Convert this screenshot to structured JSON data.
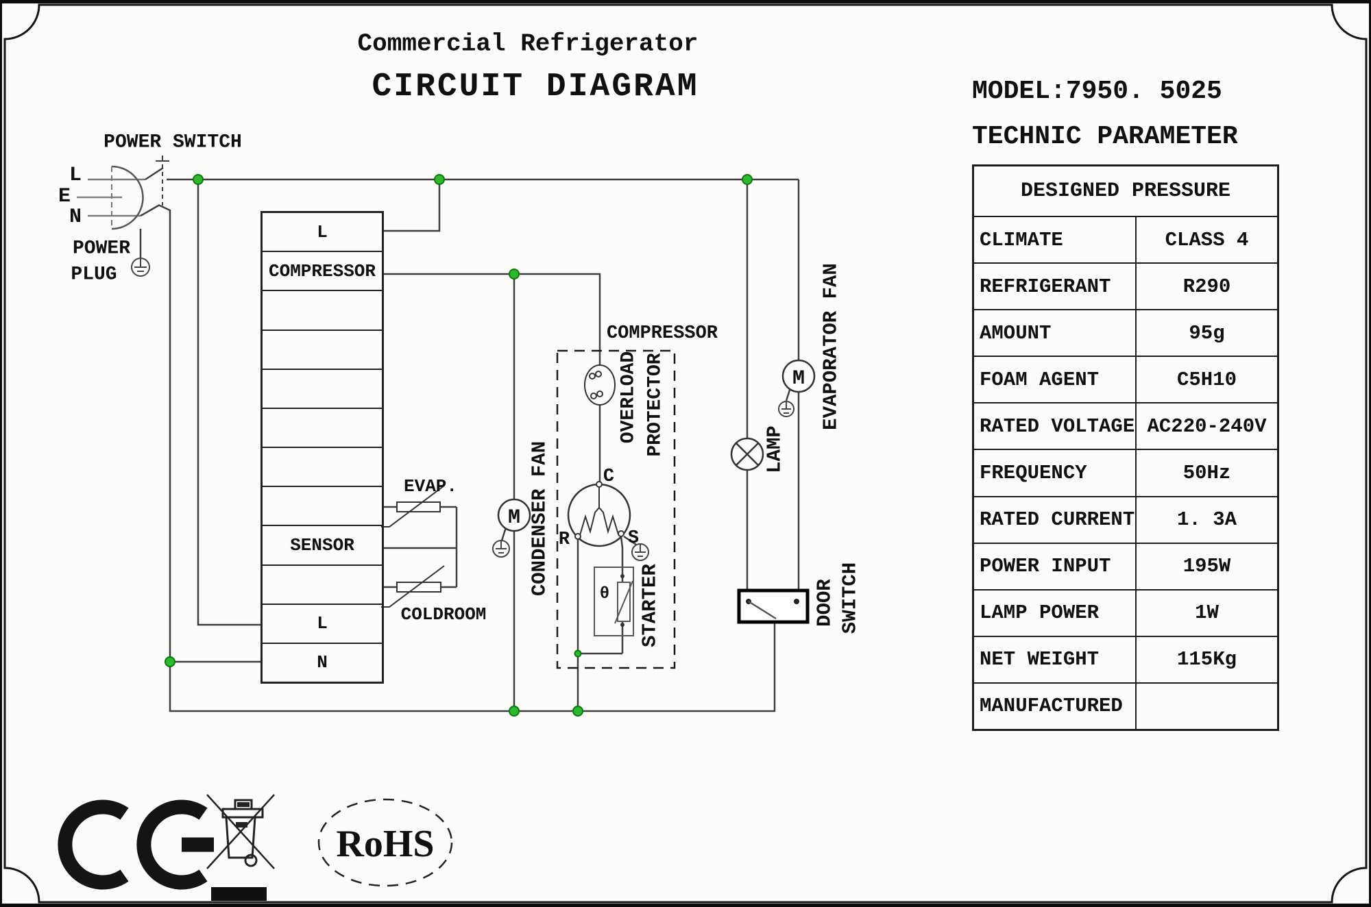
{
  "title": {
    "line1": "Commercial Refrigerator",
    "line2": "CIRCUIT DIAGRAM"
  },
  "tech": {
    "model": "MODEL:7950. 5025",
    "section": "TECHNIC  PARAMETER",
    "table": {
      "header": "DESIGNED PRESSURE",
      "rows": [
        {
          "label": "CLIMATE",
          "value": "CLASS 4"
        },
        {
          "label": "REFRIGERANT",
          "value": "R290"
        },
        {
          "label": "AMOUNT",
          "value": "95g"
        },
        {
          "label": "FOAM AGENT",
          "value": "C5H10"
        },
        {
          "label": "RATED VOLTAGE",
          "value": "AC220-240V"
        },
        {
          "label": "FREQUENCY",
          "value": "50Hz"
        },
        {
          "label": "RATED CURRENT",
          "value": "1. 3A"
        },
        {
          "label": "POWER INPUT",
          "value": "195W"
        },
        {
          "label": "LAMP POWER",
          "value": "1W"
        },
        {
          "label": "NET WEIGHT",
          "value": "115Kg"
        },
        {
          "label": "MANUFACTURED",
          "value": ""
        }
      ]
    }
  },
  "diagram": {
    "labels": {
      "power_switch": "POWER SWITCH",
      "plug_l": "L",
      "plug_e": "E",
      "plug_n": "N",
      "power_word": "POWER",
      "plug_word": "PLUG",
      "evap": "EVAP.",
      "coldroom": "COLDROOM",
      "condenser_fan": "CONDENSER FAN",
      "compressor": "COMPRESSOR",
      "overload": "OVERLOAD",
      "protector": "PROTECTOR",
      "starter": "STARTER",
      "theta": "θ",
      "motor": "M",
      "terminal_c": "C",
      "terminal_r": "R",
      "terminal_s": "S",
      "lamp": "LAMP",
      "evaporator_fan": "EVAPORATOR FAN",
      "door_word": "DOOR",
      "switch_word": "SWITCH"
    },
    "terminal_block": {
      "rows": [
        "L",
        "COMPRESSOR",
        "",
        "",
        "",
        "",
        "",
        "",
        "SENSOR",
        "",
        "L",
        "N"
      ]
    },
    "wire_color": "#3f3f3f",
    "node_color": "#2eb82e"
  },
  "footer": {
    "ce_mark": "CE",
    "weee_icon": "crossed-out-wheelie-bin",
    "rohs": "RoHS"
  }
}
